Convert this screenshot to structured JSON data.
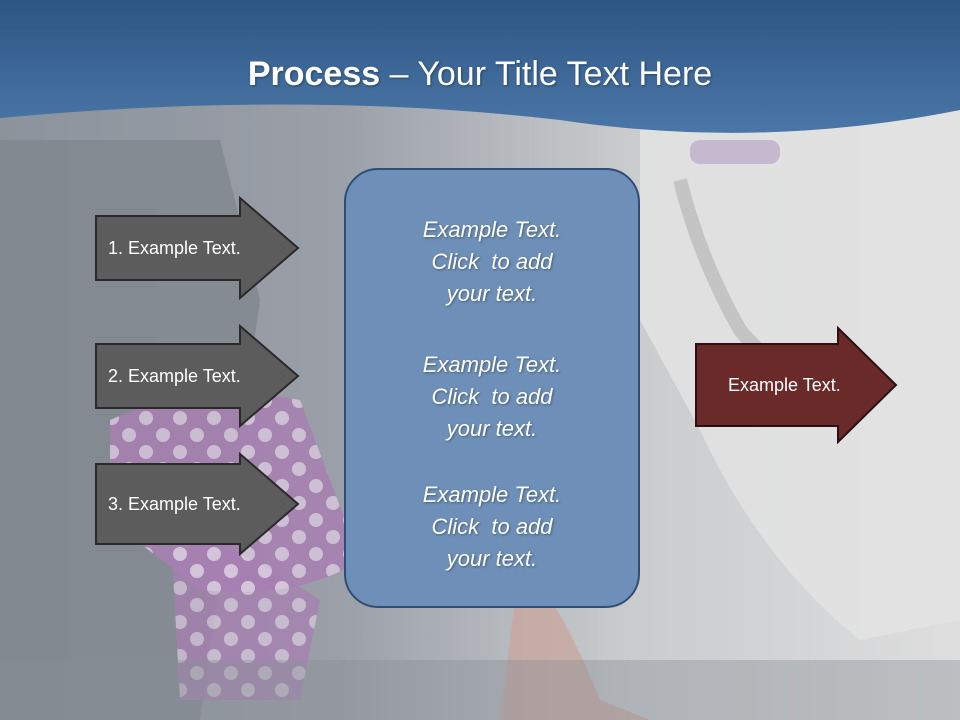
{
  "slide": {
    "title_bold": "Process",
    "title_rest": " – Your Title Text Here"
  },
  "left_arrows": [
    {
      "label": "1. Example Text."
    },
    {
      "label": "2. Example Text."
    },
    {
      "label": "3. Example Text."
    }
  ],
  "center_box": {
    "paragraphs": [
      {
        "line1": "Example Text.",
        "line2": "Click  to add",
        "line3": "your text."
      },
      {
        "line1": "Example Text.",
        "line2": "Click  to add",
        "line3": "your text."
      },
      {
        "line1": "Example Text.",
        "line2": "Click  to add",
        "line3": "your text."
      }
    ]
  },
  "right_arrow": {
    "label": "Example Text."
  },
  "colors": {
    "title_band": "#3d6797",
    "left_arrow_fill": "#5c5c5c",
    "center_box_fill": "#6d8fb8",
    "right_arrow_fill": "#6b2a2a"
  }
}
